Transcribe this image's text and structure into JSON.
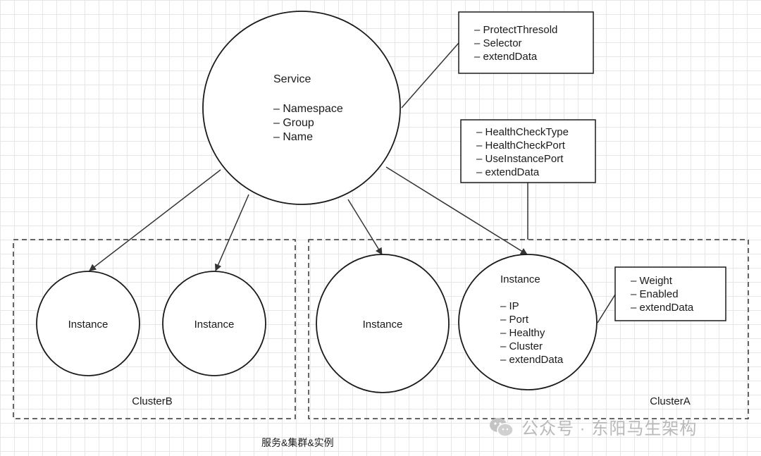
{
  "service": {
    "title": "Service",
    "fields": [
      "– Namespace",
      "– Group",
      "– Name"
    ]
  },
  "service_note": {
    "fields": [
      "– ProtectThresold",
      "– Selector",
      "– extendData"
    ]
  },
  "cluster_note": {
    "fields": [
      "– HealthCheckType",
      "– HealthCheckPort",
      "– UseInstancePort",
      "– extendData"
    ]
  },
  "clusters": [
    {
      "label": "ClusterB"
    },
    {
      "label": "ClusterA"
    }
  ],
  "instances": [
    {
      "title": "Instance"
    },
    {
      "title": "Instance"
    },
    {
      "title": "Instance"
    },
    {
      "title": "Instance",
      "fields": [
        "– IP",
        "– Port",
        "– Healthy",
        "– Cluster",
        "– extendData"
      ]
    }
  ],
  "instance_note": {
    "fields": [
      "– Weight",
      "– Enabled",
      "– extendData"
    ]
  },
  "caption": "服务&集群&实例",
  "watermark": "公众号 · 东阳马生架构",
  "icons": {
    "watermark_logo": "wechat-icon"
  }
}
